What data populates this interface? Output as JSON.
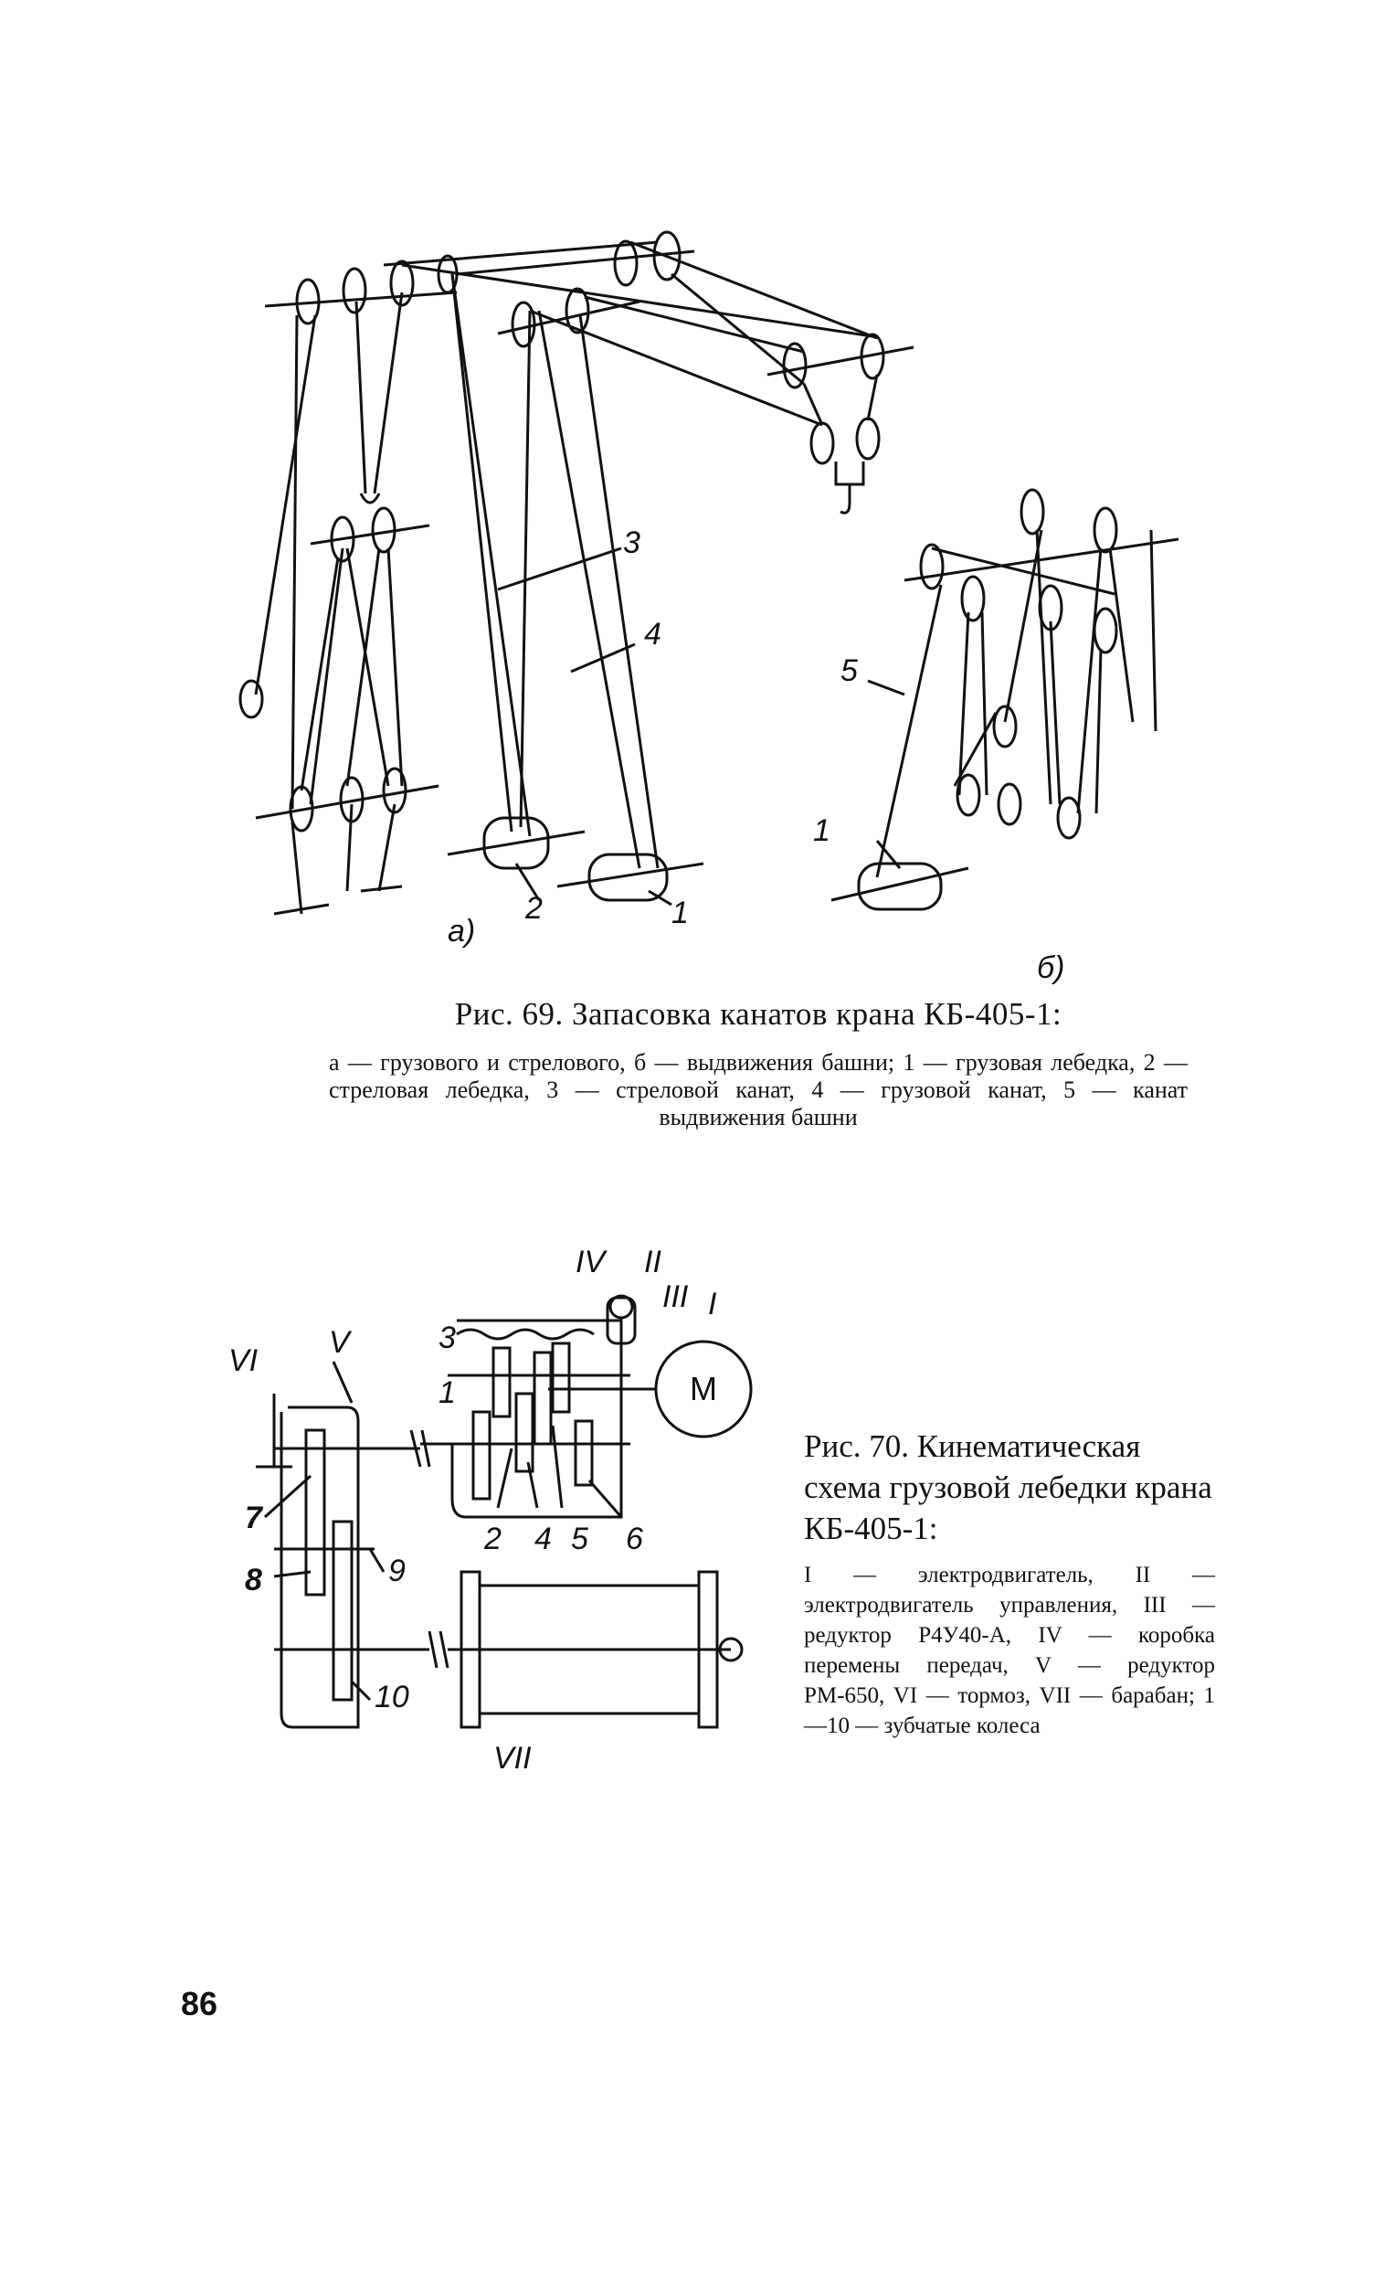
{
  "figure69": {
    "title": "Рис. 69. Запасовка канатов крана КБ-405-1:",
    "caption": "а — грузового и стрелового, б — выдвижения башни; 1 — грузовая лебедка, 2 — стреловая лебедка, 3 — стреловой канат, 4 — грузовой канат, 5 — канат выдвижения башни",
    "labels": {
      "rope3": "3",
      "rope4": "4",
      "winch2": "2",
      "winch1_a": "1",
      "part_a": "а)",
      "rope5": "5",
      "winch1_b": "1",
      "part_b": "б)"
    }
  },
  "figure70": {
    "title": "Рис. 70. Кинематическая схема грузовой лебедки крана КБ-405-1:",
    "caption": "I — электродвигатель, II — электродвигатель управления, III — редуктор Р4У40-А, IV — коробка перемены передач, V — редуктор РМ-650, VI — тормоз, VII — барабан; 1—10 — зубчатые колеса",
    "labels": {
      "motor": "M",
      "roman_I": "I",
      "roman_II": "II",
      "roman_III": "III",
      "roman_IV": "IV",
      "roman_V": "V",
      "roman_VI": "VI",
      "roman_VII": "VII",
      "gear1": "1",
      "gear2": "2",
      "gear3": "3",
      "gear4": "4",
      "gear5": "5",
      "gear6": "6",
      "gear7": "7",
      "gear8": "8",
      "gear9": "9",
      "gear10": "10"
    }
  },
  "page_number": "86"
}
